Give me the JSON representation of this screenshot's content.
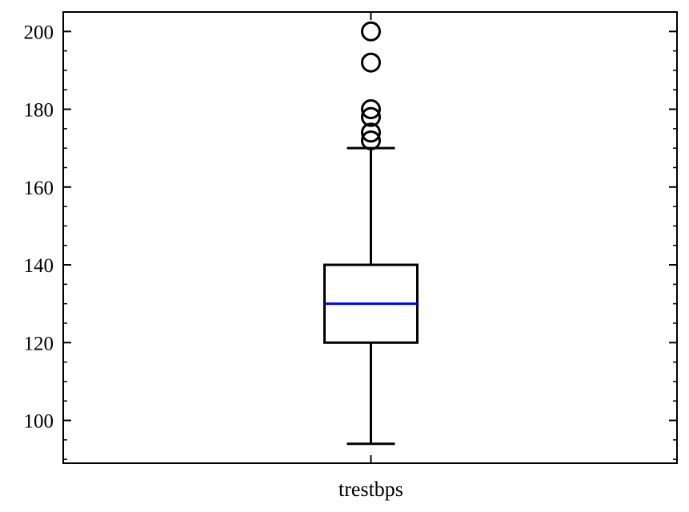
{
  "chart_data": {
    "type": "box",
    "categories": [
      "trestbps"
    ],
    "boxes": [
      {
        "name": "trestbps",
        "whisker_low": 94,
        "q1": 120,
        "median": 130,
        "q3": 140,
        "whisker_high": 170,
        "outliers": [
          172,
          174,
          178,
          180,
          192,
          200
        ]
      }
    ],
    "ylim": [
      89,
      205
    ],
    "yticks": [
      100,
      120,
      140,
      160,
      180,
      200
    ],
    "yminor_step": 5,
    "grid": false,
    "colors": {
      "box": "#000000",
      "median": "#0000ff",
      "outlier": "#000000"
    }
  }
}
